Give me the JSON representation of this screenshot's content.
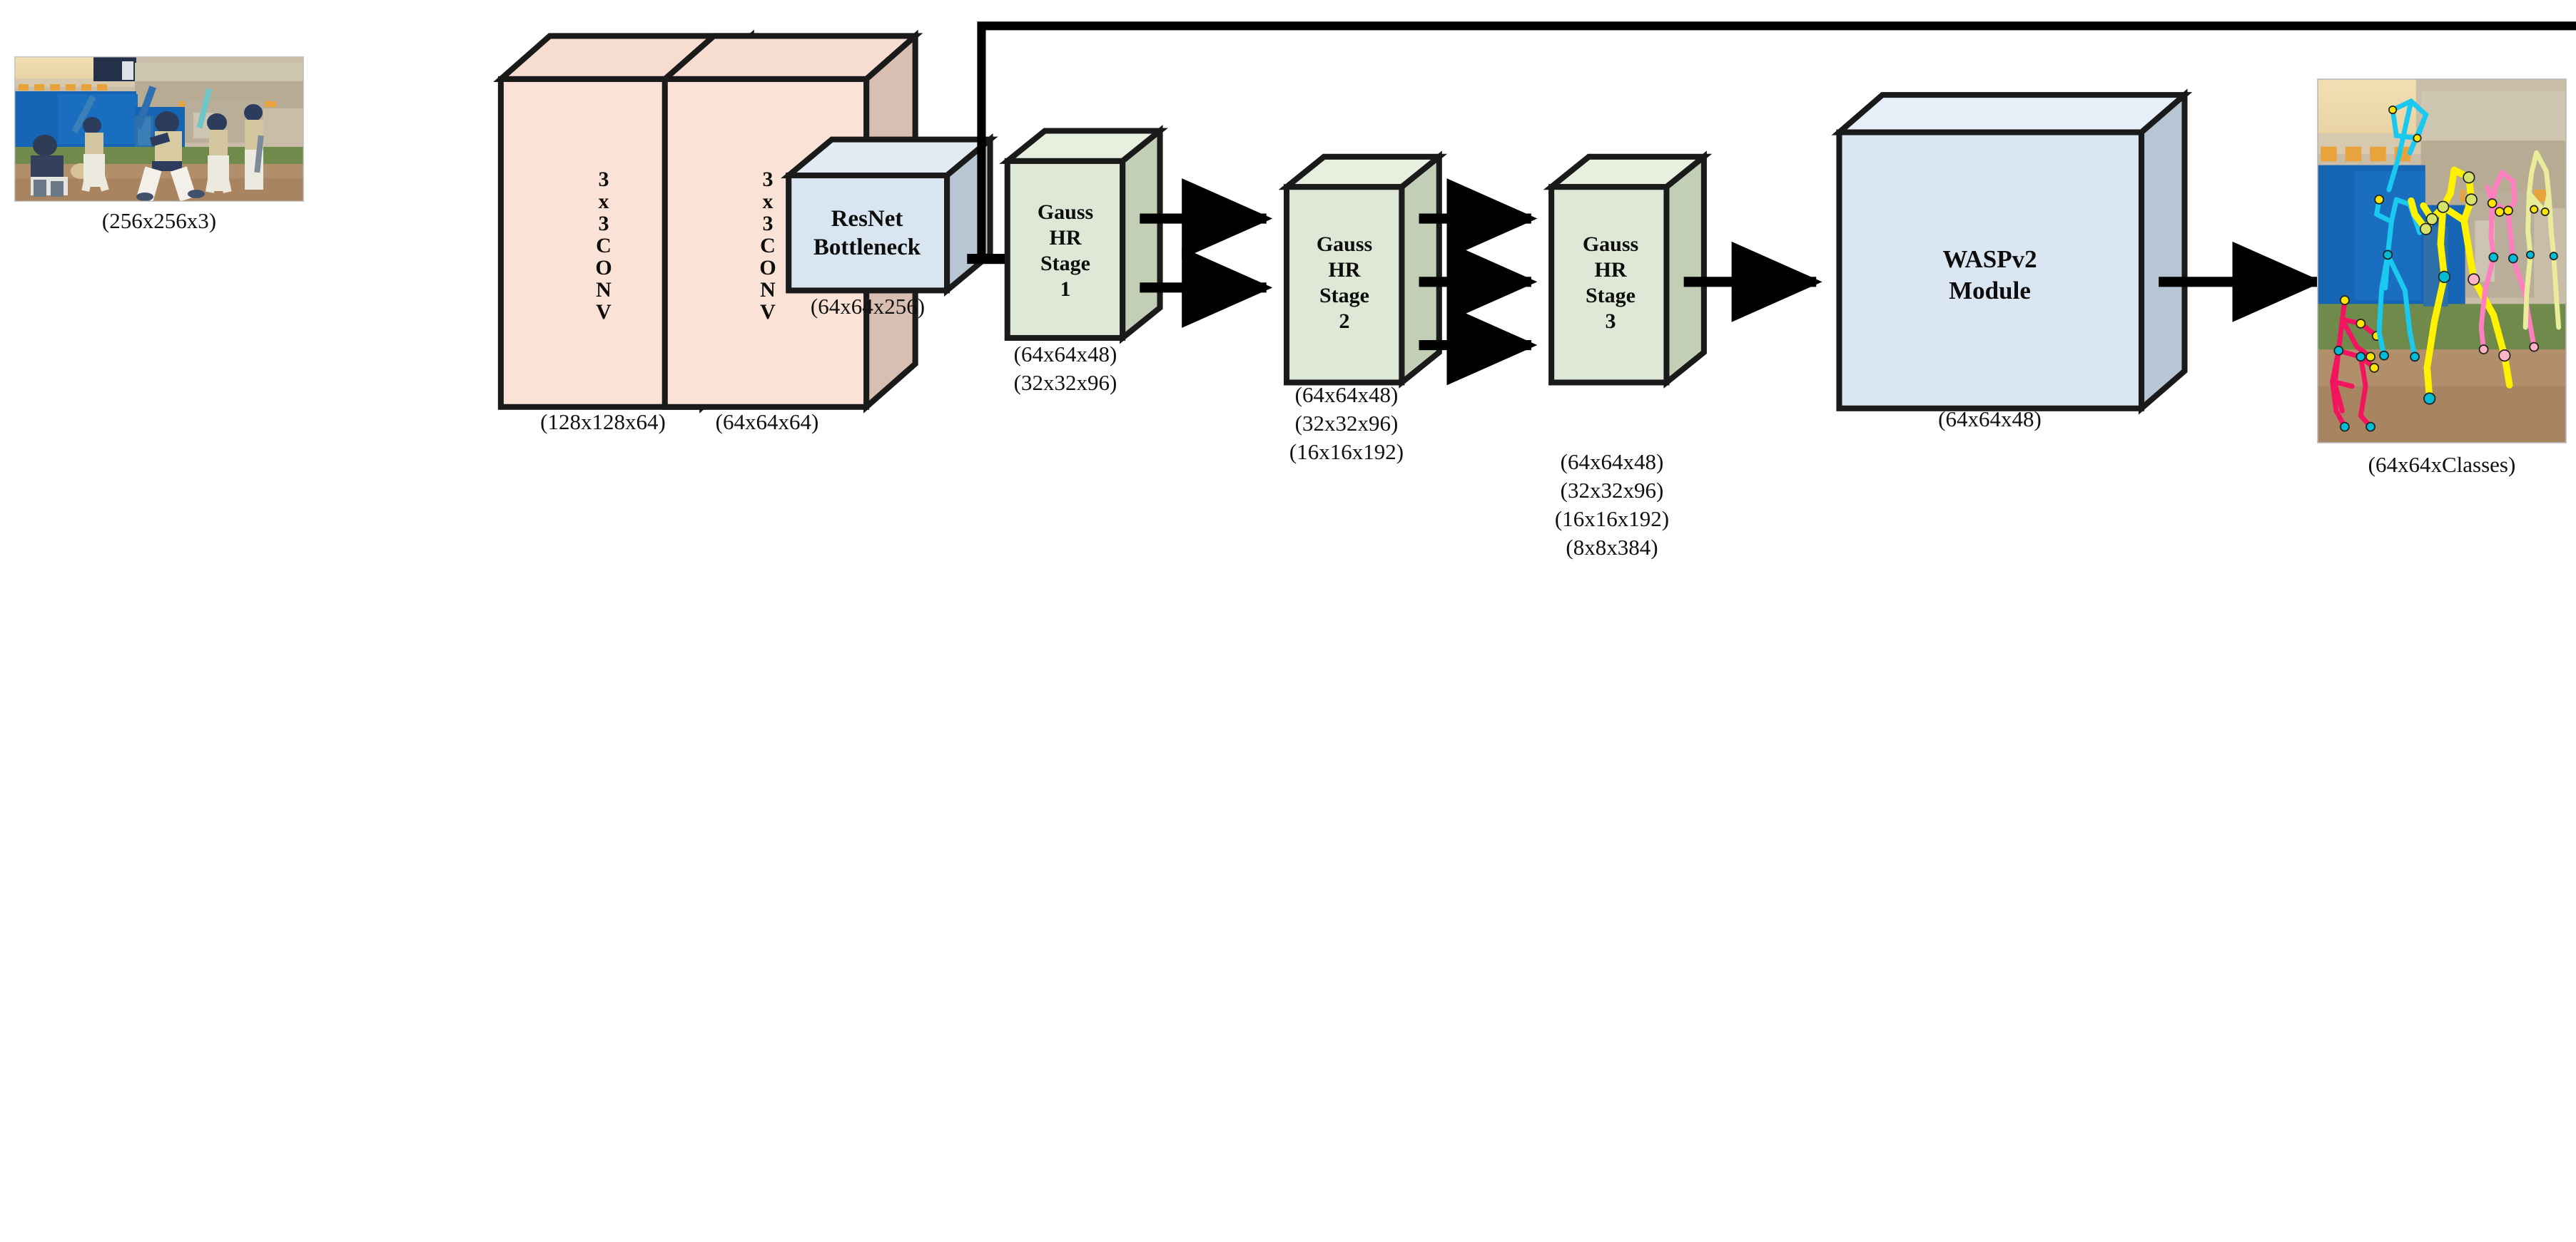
{
  "figure": {
    "type": "neural-network-architecture-diagram",
    "title": "",
    "accent_colors": {
      "conv_face": "#fae3d6",
      "conv_side": "#d9bfb2",
      "conv_top": "#f6ddd0",
      "resnet_face": "#d9e5f0",
      "resnet_side": "#b9c7d4",
      "gauss_face": "#dfe8d6",
      "gauss_side": "#c2ceb6",
      "wasp_face": "#dae7f2",
      "wasp_side": "#b7c6d4",
      "arrow": "#000000"
    }
  },
  "input": {
    "name": "input-photo",
    "caption": "(256x256x3)",
    "description": "baseball batters warming up in front of a blue dugout wall"
  },
  "blocks": [
    {
      "id": "conv1",
      "label_lines": [
        "3",
        "x",
        "3",
        "C",
        "O",
        "N",
        "V"
      ],
      "label_text": "3x3 CONV",
      "caption": [
        "(128x128x64)"
      ],
      "style": "conv"
    },
    {
      "id": "conv2",
      "label_lines": [
        "3",
        "x",
        "3",
        "C",
        "O",
        "N",
        "V"
      ],
      "label_text": "3x3 CONV",
      "caption": [
        "(64x64x64)"
      ],
      "style": "conv"
    },
    {
      "id": "resnet",
      "label_lines": [
        "ResNet",
        "Bottleneck"
      ],
      "label_text": "ResNet Bottleneck",
      "caption": [
        "(64x64x256)"
      ],
      "style": "resnet"
    },
    {
      "id": "gauss1",
      "label_lines": [
        "Gauss",
        "HR",
        "Stage",
        "1"
      ],
      "label_text": "Gauss HR Stage 1",
      "caption": [
        "(64x64x48)",
        "(32x32x96)"
      ],
      "style": "gauss"
    },
    {
      "id": "gauss2",
      "label_lines": [
        "Gauss",
        "HR",
        "Stage",
        "2"
      ],
      "label_text": "Gauss HR Stage 2",
      "caption": [
        "(64x64x48)",
        "(32x32x96)",
        "(16x16x192)"
      ],
      "style": "gauss"
    },
    {
      "id": "gauss3",
      "label_lines": [
        "Gauss",
        "HR",
        "Stage",
        "3"
      ],
      "label_text": "Gauss HR Stage 3",
      "caption": [
        "(64x64x48)",
        "(32x32x96)",
        "(16x16x192)",
        "(8x8x384)"
      ],
      "style": "gauss"
    },
    {
      "id": "waspv2",
      "label_lines": [
        "WASPv2",
        "Module"
      ],
      "label_text": "WASPv2 Module",
      "caption": [
        "(64x64x48)"
      ],
      "style": "wasp"
    }
  ],
  "output": {
    "name": "output-photo",
    "caption": "(64x64xClasses)",
    "description": "same baseball scene with multi-person pose skeletons overlaid in yellow, pink, cyan and crimson"
  },
  "connections": {
    "skip_note": "skip connection from ResNet Bottleneck output to WASPv2 Module top input"
  }
}
